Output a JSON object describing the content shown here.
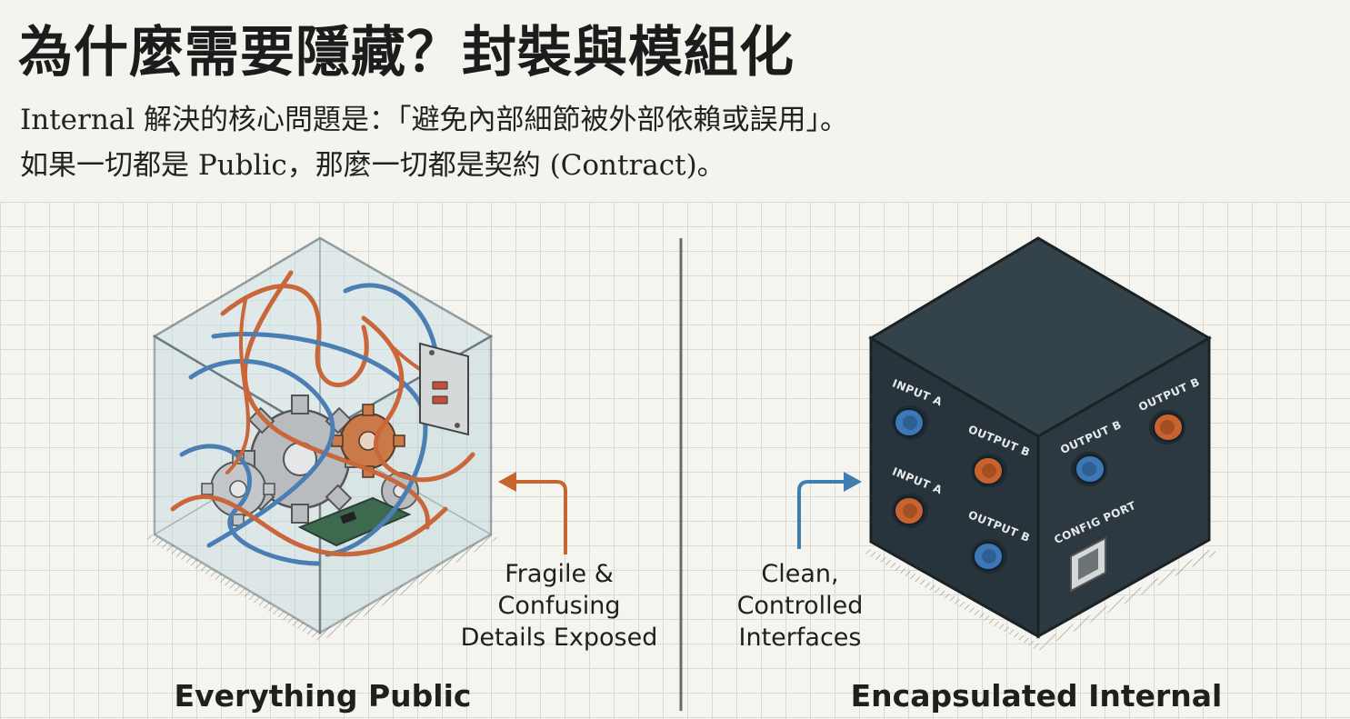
{
  "header": {
    "title": "為什麼需要隱藏？封裝與模組化",
    "line1": "Internal 解決的核心問題是：「避免內部細節被外部依賴或誤用」。",
    "line2": "如果一切都是 Public，那麼一切都是契約 (Contract)。"
  },
  "left": {
    "caption": "Everything Public",
    "note": [
      "Fragile &",
      "Confusing",
      "Details Exposed"
    ]
  },
  "right": {
    "caption": "Encapsulated Internal",
    "note": [
      "Clean,",
      "Controlled",
      "Interfaces"
    ],
    "ports": {
      "input_a_1": "INPUT A",
      "input_a_2": "INPUT A",
      "output_b_1": "OUTPUT B",
      "output_b_2": "OUTPUT B",
      "output_b_3": "OUTPUT B",
      "output_b_4": "OUTPUT B",
      "config_port": "CONFIG PORT"
    }
  },
  "colors": {
    "accent_orange": "#c8642f",
    "accent_blue": "#3f7fb0",
    "box_dark": "#2f3c44",
    "wire_orange": "#c9663a",
    "wire_blue": "#4b7fb3"
  }
}
